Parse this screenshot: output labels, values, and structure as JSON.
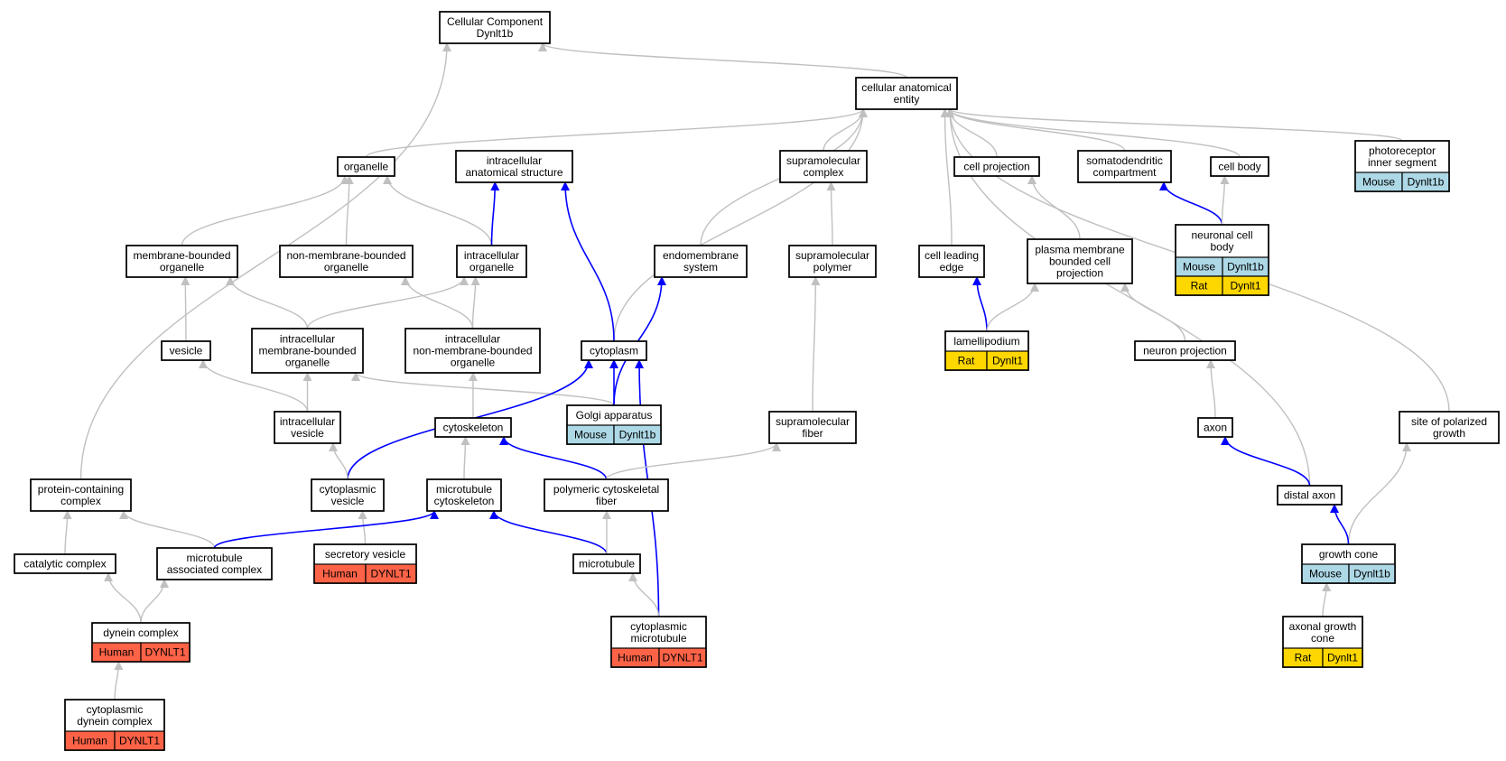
{
  "colors": {
    "Mouse": "#add8e6",
    "Rat": "#ffd700",
    "Human": "#ff6347",
    "edge_gray": "#c0c0c0",
    "edge_blue": "#0000ff"
  },
  "nodes": [
    {
      "id": "root",
      "lines": [
        "Cellular Component",
        "Dynlt1b"
      ]
    },
    {
      "id": "cae",
      "lines": [
        "cellular anatomical",
        "entity"
      ]
    },
    {
      "id": "organelle",
      "lines": [
        "organelle"
      ]
    },
    {
      "id": "ias",
      "lines": [
        "intracellular",
        "anatomical structure"
      ]
    },
    {
      "id": "smc",
      "lines": [
        "supramolecular",
        "complex"
      ]
    },
    {
      "id": "cellproj",
      "lines": [
        "cell projection"
      ]
    },
    {
      "id": "somato",
      "lines": [
        "somatodendritic",
        "compartment"
      ]
    },
    {
      "id": "cellbody",
      "lines": [
        "cell body"
      ]
    },
    {
      "id": "photo",
      "lines": [
        "photoreceptor",
        "inner segment"
      ],
      "cells": [
        [
          "Mouse",
          "Dynlt1b"
        ]
      ]
    },
    {
      "id": "mbo",
      "lines": [
        "membrane-bounded",
        "organelle"
      ]
    },
    {
      "id": "nmbo",
      "lines": [
        "non-membrane-bounded",
        "organelle"
      ]
    },
    {
      "id": "io",
      "lines": [
        "intracellular",
        "organelle"
      ]
    },
    {
      "id": "endo",
      "lines": [
        "endomembrane",
        "system"
      ]
    },
    {
      "id": "smp",
      "lines": [
        "supramolecular",
        "polymer"
      ]
    },
    {
      "id": "cle",
      "lines": [
        "cell leading",
        "edge"
      ]
    },
    {
      "id": "pmbcp",
      "lines": [
        "plasma membrane",
        "bounded cell",
        "projection"
      ]
    },
    {
      "id": "ncb",
      "lines": [
        "neuronal cell",
        "body"
      ],
      "cells": [
        [
          "Mouse",
          "Dynlt1b"
        ],
        [
          "Rat",
          "Dynlt1"
        ]
      ]
    },
    {
      "id": "vesicle",
      "lines": [
        "vesicle"
      ]
    },
    {
      "id": "imbo",
      "lines": [
        "intracellular",
        "membrane-bounded",
        "organelle"
      ]
    },
    {
      "id": "inmbo",
      "lines": [
        "intracellular",
        "non-membrane-bounded",
        "organelle"
      ]
    },
    {
      "id": "cytoplasm",
      "lines": [
        "cytoplasm"
      ]
    },
    {
      "id": "lamelli",
      "lines": [
        "lamellipodium"
      ],
      "cells": [
        [
          "Rat",
          "Dynlt1"
        ]
      ]
    },
    {
      "id": "neuronproj",
      "lines": [
        "neuron projection"
      ]
    },
    {
      "id": "iv",
      "lines": [
        "intracellular",
        "vesicle"
      ]
    },
    {
      "id": "golgi",
      "lines": [
        "Golgi apparatus"
      ],
      "cells": [
        [
          "Mouse",
          "Dynlt1b"
        ]
      ]
    },
    {
      "id": "cytoskel",
      "lines": [
        "cytoskeleton"
      ]
    },
    {
      "id": "smf",
      "lines": [
        "supramolecular",
        "fiber"
      ]
    },
    {
      "id": "axon",
      "lines": [
        "axon"
      ]
    },
    {
      "id": "spg",
      "lines": [
        "site of polarized",
        "growth"
      ]
    },
    {
      "id": "pcc",
      "lines": [
        "protein-containing",
        "complex"
      ]
    },
    {
      "id": "cv",
      "lines": [
        "cytoplasmic",
        "vesicle"
      ]
    },
    {
      "id": "mtc",
      "lines": [
        "microtubule",
        "cytoskeleton"
      ]
    },
    {
      "id": "pcf",
      "lines": [
        "polymeric cytoskeletal",
        "fiber"
      ]
    },
    {
      "id": "distal",
      "lines": [
        "distal axon"
      ]
    },
    {
      "id": "catalytic",
      "lines": [
        "catalytic complex"
      ]
    },
    {
      "id": "mac",
      "lines": [
        "microtubule",
        "associated complex"
      ]
    },
    {
      "id": "sv",
      "lines": [
        "secretory vesicle"
      ],
      "cells": [
        [
          "Human",
          "DYNLT1"
        ]
      ]
    },
    {
      "id": "mt",
      "lines": [
        "microtubule"
      ]
    },
    {
      "id": "gc",
      "lines": [
        "growth cone"
      ],
      "cells": [
        [
          "Mouse",
          "Dynlt1b"
        ]
      ]
    },
    {
      "id": "dynein",
      "lines": [
        "dynein complex"
      ],
      "cells": [
        [
          "Human",
          "DYNLT1"
        ]
      ]
    },
    {
      "id": "cmt",
      "lines": [
        "cytoplasmic",
        "microtubule"
      ],
      "cells": [
        [
          "Human",
          "DYNLT1"
        ]
      ]
    },
    {
      "id": "agc",
      "lines": [
        "axonal growth",
        "cone"
      ],
      "cells": [
        [
          "Rat",
          "Dynlt1"
        ]
      ]
    },
    {
      "id": "cdc",
      "lines": [
        "cytoplasmic",
        "dynein complex"
      ],
      "cells": [
        [
          "Human",
          "DYNLT1"
        ]
      ]
    }
  ],
  "edges": [
    {
      "from": "cae",
      "to": "root",
      "color": "gray"
    },
    {
      "from": "pcc",
      "to": "root",
      "color": "gray"
    },
    {
      "from": "organelle",
      "to": "cae",
      "color": "gray"
    },
    {
      "from": "cytoplasm",
      "to": "cae",
      "color": "gray"
    },
    {
      "from": "endo",
      "to": "cae",
      "color": "gray"
    },
    {
      "from": "smc",
      "to": "cae",
      "color": "gray"
    },
    {
      "from": "cle",
      "to": "cae",
      "color": "gray"
    },
    {
      "from": "cellproj",
      "to": "cae",
      "color": "gray"
    },
    {
      "from": "somato",
      "to": "cae",
      "color": "gray"
    },
    {
      "from": "cellbody",
      "to": "cae",
      "color": "gray"
    },
    {
      "from": "distal",
      "to": "cae",
      "color": "gray"
    },
    {
      "from": "photo",
      "to": "cae",
      "color": "gray"
    },
    {
      "from": "spg",
      "to": "cae",
      "color": "gray"
    },
    {
      "from": "mbo",
      "to": "organelle",
      "color": "gray"
    },
    {
      "from": "nmbo",
      "to": "organelle",
      "color": "gray"
    },
    {
      "from": "io",
      "to": "organelle",
      "color": "gray"
    },
    {
      "from": "io",
      "to": "ias",
      "color": "blue"
    },
    {
      "from": "cytoplasm",
      "to": "ias",
      "color": "blue"
    },
    {
      "from": "smp",
      "to": "smc",
      "color": "gray"
    },
    {
      "from": "pmbcp",
      "to": "cellproj",
      "color": "gray"
    },
    {
      "from": "ncb",
      "to": "somato",
      "color": "blue"
    },
    {
      "from": "ncb",
      "to": "cellbody",
      "color": "gray"
    },
    {
      "from": "vesicle",
      "to": "mbo",
      "color": "gray"
    },
    {
      "from": "imbo",
      "to": "mbo",
      "color": "gray"
    },
    {
      "from": "inmbo",
      "to": "nmbo",
      "color": "gray"
    },
    {
      "from": "imbo",
      "to": "io",
      "color": "gray"
    },
    {
      "from": "inmbo",
      "to": "io",
      "color": "gray"
    },
    {
      "from": "golgi",
      "to": "endo",
      "color": "blue"
    },
    {
      "from": "smf",
      "to": "smp",
      "color": "gray"
    },
    {
      "from": "lamelli",
      "to": "cle",
      "color": "blue"
    },
    {
      "from": "lamelli",
      "to": "pmbcp",
      "color": "gray"
    },
    {
      "from": "neuronproj",
      "to": "pmbcp",
      "color": "gray"
    },
    {
      "from": "iv",
      "to": "vesicle",
      "color": "gray"
    },
    {
      "from": "iv",
      "to": "imbo",
      "color": "gray"
    },
    {
      "from": "golgi",
      "to": "imbo",
      "color": "gray"
    },
    {
      "from": "cytoskel",
      "to": "inmbo",
      "color": "gray"
    },
    {
      "from": "cv",
      "to": "cytoplasm",
      "color": "blue"
    },
    {
      "from": "golgi",
      "to": "cytoplasm",
      "color": "blue"
    },
    {
      "from": "cmt",
      "to": "cytoplasm",
      "color": "blue"
    },
    {
      "from": "axon",
      "to": "neuronproj",
      "color": "gray"
    },
    {
      "from": "cv",
      "to": "iv",
      "color": "gray"
    },
    {
      "from": "mtc",
      "to": "cytoskel",
      "color": "gray"
    },
    {
      "from": "pcf",
      "to": "cytoskel",
      "color": "blue"
    },
    {
      "from": "pcf",
      "to": "smf",
      "color": "gray"
    },
    {
      "from": "distal",
      "to": "axon",
      "color": "blue"
    },
    {
      "from": "gc",
      "to": "spg",
      "color": "gray"
    },
    {
      "from": "catalytic",
      "to": "pcc",
      "color": "gray"
    },
    {
      "from": "mac",
      "to": "pcc",
      "color": "gray"
    },
    {
      "from": "sv",
      "to": "cv",
      "color": "gray"
    },
    {
      "from": "mac",
      "to": "mtc",
      "color": "blue"
    },
    {
      "from": "mt",
      "to": "mtc",
      "color": "blue"
    },
    {
      "from": "mt",
      "to": "pcf",
      "color": "gray"
    },
    {
      "from": "gc",
      "to": "distal",
      "color": "blue"
    },
    {
      "from": "dynein",
      "to": "catalytic",
      "color": "gray"
    },
    {
      "from": "dynein",
      "to": "mac",
      "color": "gray"
    },
    {
      "from": "cmt",
      "to": "mt",
      "color": "gray"
    },
    {
      "from": "agc",
      "to": "gc",
      "color": "gray"
    },
    {
      "from": "cdc",
      "to": "dynein",
      "color": "gray"
    }
  ]
}
